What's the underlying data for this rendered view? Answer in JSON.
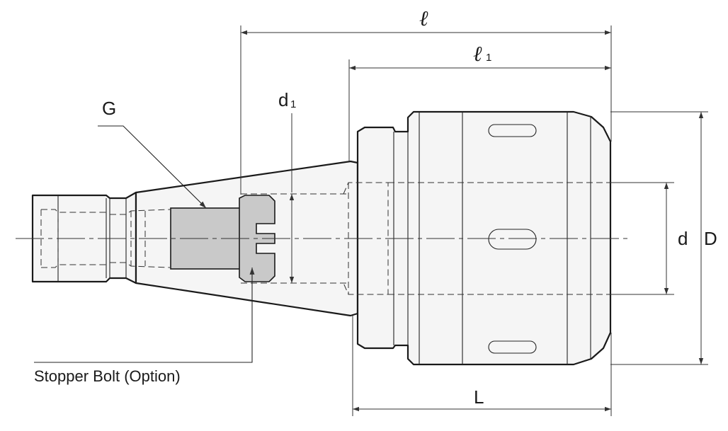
{
  "labels": {
    "overall_length": "ℓ",
    "length_1": "ℓ",
    "length_1_sub": "1",
    "shank_length": "L",
    "bore_diameter": "d",
    "bore_diameter_1": "d",
    "bore_diameter_1_sub": "1",
    "outer_diameter": "D",
    "thread": "G",
    "stopper_bolt": "Stopper Bolt (Option)"
  }
}
